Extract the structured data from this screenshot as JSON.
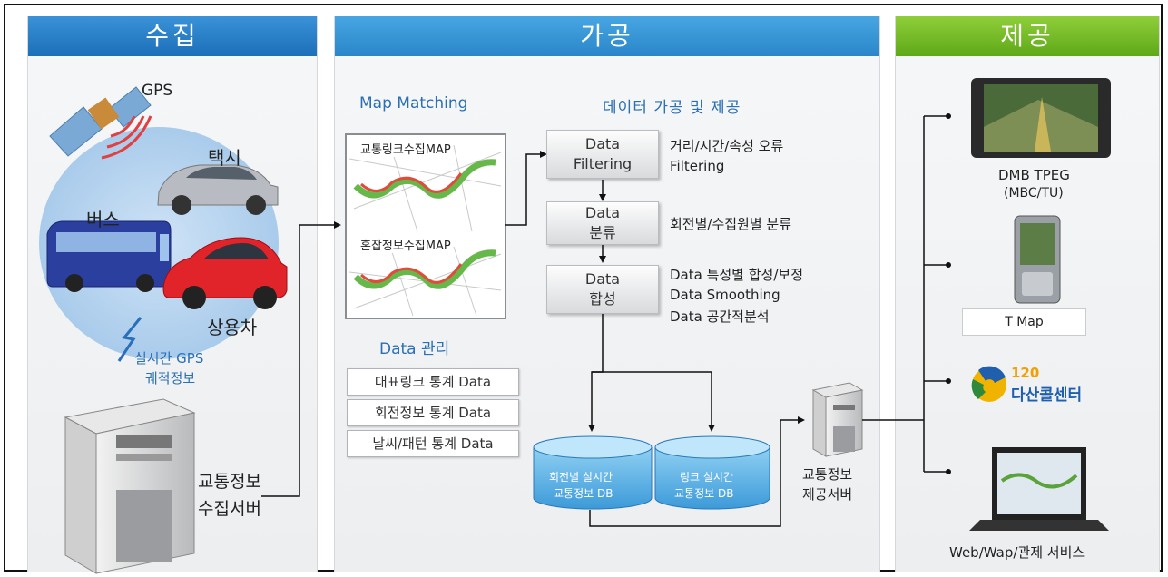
{
  "headers": {
    "collect": "수집",
    "process": "가공",
    "provide": "제공"
  },
  "collect": {
    "gps": "GPS",
    "taxi": "택시",
    "bus": "버스",
    "commercial": "상용차",
    "realtime_line1": "실시간 GPS",
    "realtime_line2": "궤적정보",
    "server_line1": "교통정보",
    "server_line2": "수집서버"
  },
  "process": {
    "map_matching": "Map Matching",
    "map1_label": "교통링크수집MAP",
    "map2_label": "혼잡정보수집MAP",
    "data_mgmt": "Data 관리",
    "mgmt_items": [
      "대표링크 통계 Data",
      "회전정보 통계 Data",
      "날씨/패턴 통계 Data"
    ],
    "section_title": "데이터 가공 및 제공",
    "steps": [
      {
        "line1": "Data",
        "line2": "Filtering"
      },
      {
        "line1": "Data",
        "line2": "분류"
      },
      {
        "line1": "Data",
        "line2": "합성"
      }
    ],
    "desc_filtering_1": "거리/시간/속성 오류",
    "desc_filtering_2": "Filtering",
    "desc_classify": "회전별/수집원별 분류",
    "desc_merge_1": "Data 특성별 합성/보정",
    "desc_merge_2": "Data Smoothing",
    "desc_merge_3": "Data 공간적분석",
    "db1_line1": "회전별 실시간",
    "db1_line2": "교통정보 DB",
    "db2_line1": "링크 실시간",
    "db2_line2": "교통정보 DB",
    "server_line1": "교통정보",
    "server_line2": "제공서버"
  },
  "provide": {
    "dmb_line1": "DMB TPEG",
    "dmb_line2": "(MBC/TU)",
    "tmap": "T Map",
    "call_number": "120",
    "call_name": "다산콜센터",
    "web": "Web/Wap/관제 서비스"
  },
  "colors": {
    "blue_header": "#2a7fc4",
    "green_header": "#6cb524",
    "accent_text": "#2b6fb4"
  }
}
